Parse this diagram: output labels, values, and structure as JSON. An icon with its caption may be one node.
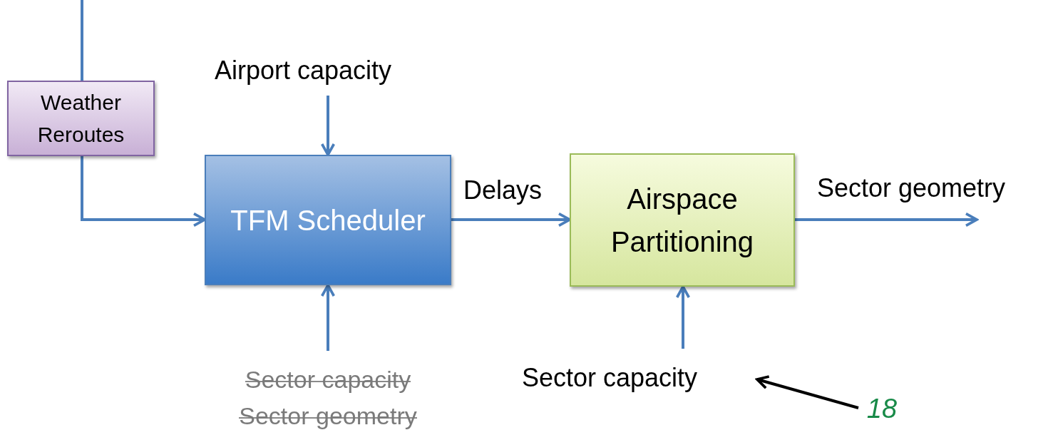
{
  "diagram": {
    "nodes": [
      {
        "text": [
          "Weather Reroutes"
        ]
      },
      {
        "text": [
          "Airport capacity"
        ]
      },
      {
        "text": [
          "TFM Scheduler"
        ]
      },
      {
        "text": [
          "Sector capacity",
          "Sector geometry"
        ]
      },
      {
        "text": [
          "Airspace Partitioning"
        ]
      },
      {
        "text": [
          "Sector capacity"
        ]
      },
      {
        "text": [
          "18"
        ]
      }
    ],
    "edges": [
      {
        "from": null,
        "to": 0,
        "arrow": "none"
      },
      {
        "from": 0,
        "to": 2,
        "arrow": "to"
      },
      {
        "from": 1,
        "to": 2,
        "arrow": "to"
      },
      {
        "from": 3,
        "to": 2,
        "arrow": "to"
      },
      {
        "from": 2,
        "to": 4,
        "arrow": "to",
        "label": "Delays"
      },
      {
        "from": 5,
        "to": 4,
        "arrow": "to"
      },
      {
        "from": 4,
        "to": null,
        "arrow": "to",
        "label": "Sector geometry"
      },
      {
        "from": 6,
        "to": 5,
        "arrow": "to",
        "color": "#000000"
      }
    ]
  }
}
